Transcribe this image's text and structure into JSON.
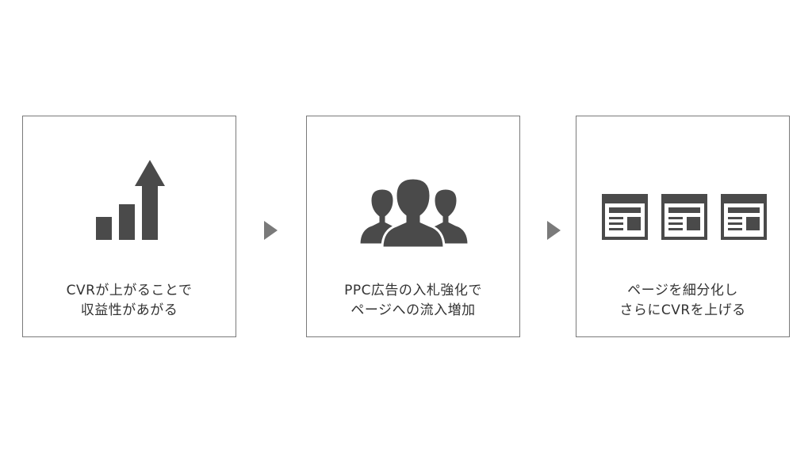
{
  "steps": [
    {
      "icon": "bar-chart-up-arrow-icon",
      "line1": "CVRが上がることで",
      "line2": "収益性があがる"
    },
    {
      "icon": "user-group-icon",
      "line1": "PPC広告の入札強化で",
      "line2": "ページへの流入増加"
    },
    {
      "icon": "web-pages-icon",
      "line1": "ページを細分化し",
      "line2": "さらにCVRを上げる"
    }
  ],
  "colors": {
    "icon": "#4a4a4a",
    "border": "#7a7a7a",
    "text": "#333333",
    "arrow": "#7a7a7a"
  }
}
